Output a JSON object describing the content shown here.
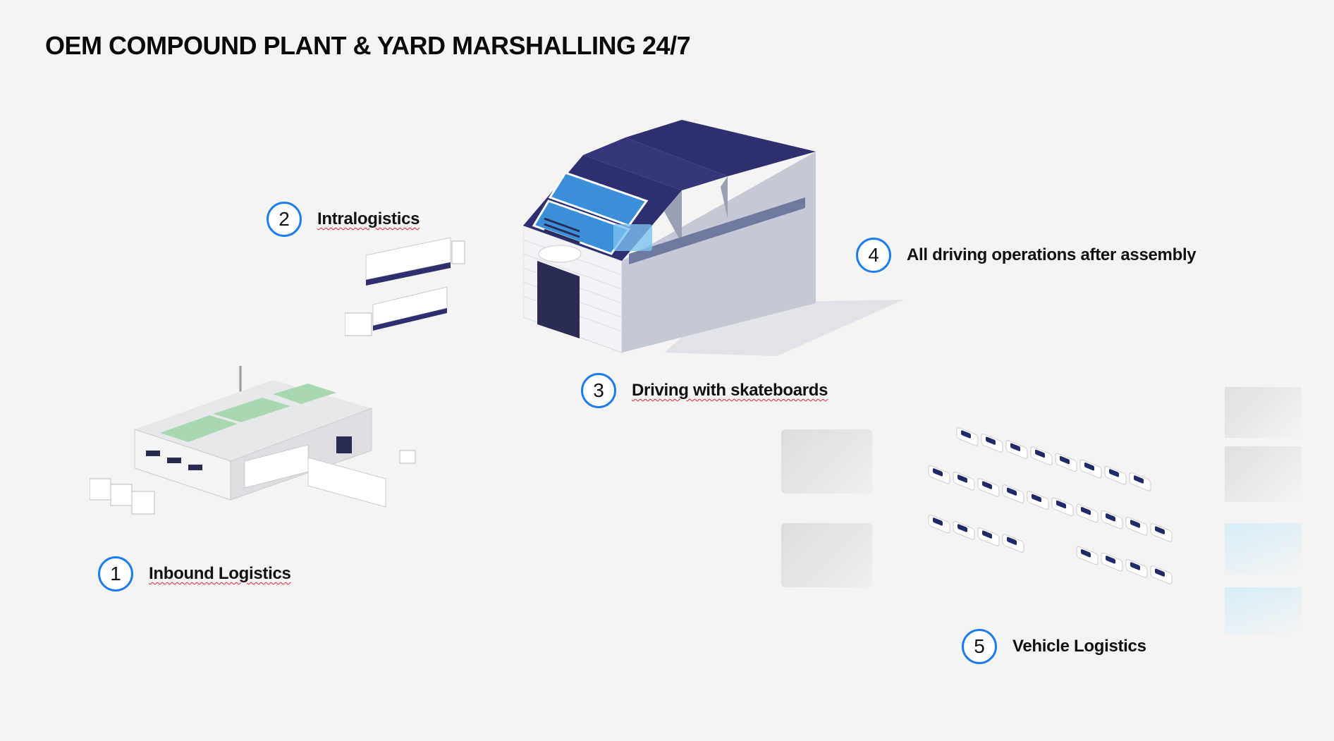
{
  "title": "OEM COMPOUND PLANT & YARD MARSHALLING 24/7",
  "markers": [
    {
      "number": "1",
      "label": "Inbound Logistics"
    },
    {
      "number": "2",
      "label": "Intralogistics"
    },
    {
      "number": "3",
      "label": "Driving with skateboards"
    },
    {
      "number": "4",
      "label": "All driving operations after assembly"
    },
    {
      "number": "5",
      "label": "Vehicle Logistics"
    }
  ],
  "colors": {
    "accent": "#1f7cf0",
    "roof": "#2e2f6e",
    "solar": "#3b8fd9",
    "background": "#f4f4f4"
  }
}
